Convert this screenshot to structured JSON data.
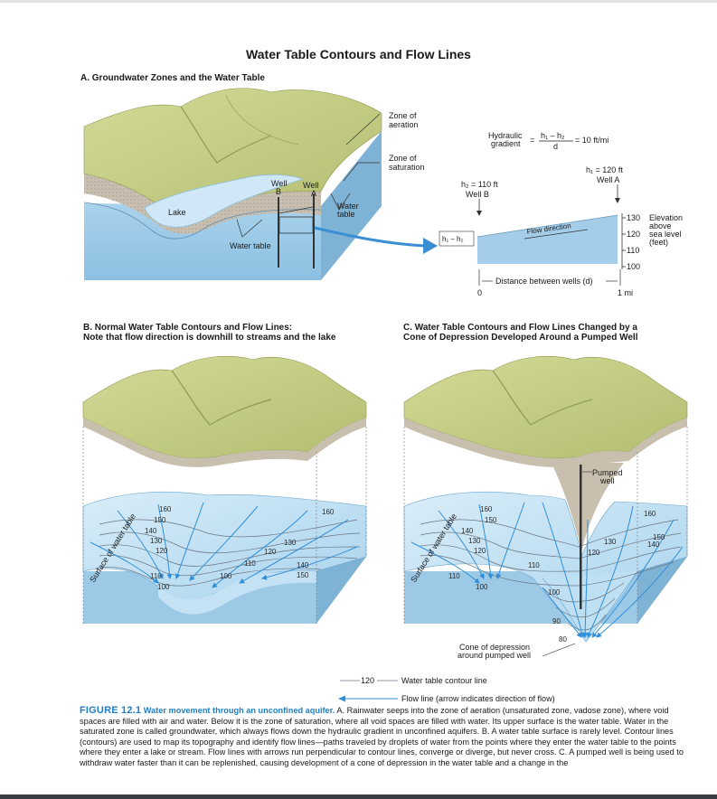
{
  "title": "Water Table Contours and Flow Lines",
  "panelA": {
    "heading": "A. Groundwater Zones and the Water Table",
    "zone_aeration": [
      "Zone of",
      "aeration"
    ],
    "zone_saturation": [
      "Zone of",
      "saturation"
    ],
    "well_b": [
      "Well",
      "B"
    ],
    "well_a": [
      "Well",
      "A"
    ],
    "lake": "Lake",
    "water_table_inner": [
      "Water",
      "table"
    ],
    "water_table_outer": "Water table",
    "inset": {
      "hydraulic_gradient": [
        "Hydraulic",
        "gradient"
      ],
      "equals": "=",
      "numerator": "h₁ – h₂",
      "denominator": "d",
      "result": "= 10 ft/mi",
      "h2": "h₂ = 110 ft",
      "well_b": "Well B",
      "h1": "h₁ = 120 ft",
      "well_a": "Well A",
      "h_diff": "h₁ – h₂",
      "flow_direction": "Flow direction",
      "elev_ticks": [
        "130",
        "120",
        "110",
        "100"
      ],
      "elevation_label": [
        "Elevation",
        "above",
        "sea level",
        "(feet)"
      ],
      "distance_label": "Distance between wells (d)",
      "dist_start": "0",
      "dist_end": "1 mi"
    }
  },
  "panelB": {
    "heading": [
      "B. Normal Water Table Contours and Flow Lines:",
      "Note that flow direction is downhill to streams and the lake"
    ],
    "surface_label": "Surface of water table",
    "contours": [
      "160",
      "150",
      "140",
      "130",
      "120",
      "110",
      "100",
      "160",
      "130",
      "120",
      "110",
      "100",
      "140",
      "150"
    ]
  },
  "panelC": {
    "heading": [
      "C. Water Table Contours and Flow Lines Changed by a",
      "Cone of Depression Developed Around a Pumped Well"
    ],
    "surface_label": "Surface of water table",
    "pumped_well": [
      "Pumped",
      "well"
    ],
    "cone": [
      "Cone of depression",
      "around pumped well"
    ],
    "contours": [
      "160",
      "150",
      "140",
      "130",
      "120",
      "110",
      "100",
      "160",
      "150",
      "140",
      "130",
      "120",
      "110",
      "100",
      "90",
      "80"
    ]
  },
  "legend": {
    "contour_value": "120",
    "contour_text": "Water table contour line",
    "flow_text": "Flow line (arrow indicates direction of flow)"
  },
  "caption": {
    "figure_label": "FIGURE 12.1",
    "figure_title": "Water movement through an unconfined aquifer.",
    "segments": [
      " A. Rainwater seeps into the zone of aeration (unsaturated zone, vadose zone), where void spaces are filled with air and water. Below it is the zone of saturation, where all void spaces are filled with water. Its upper surface is the water table. Water in the saturated zone is called groundwater, which always flows down the hydraulic gradient in unconfined aquifers. B. A water table surface is rarely level. Contour lines (contours) are used to map its topography and identify flow lines—paths traveled by droplets of water from the points where they enter the water table to the points where they enter a lake or stream. Flow lines with arrows run perpendicular to contour lines, converge or diverge, but never cross. C. A pumped well is being used to withdraw water faster than it can be replenished, causing development of a cone of depression in the water table and a change in the"
    ]
  },
  "colors": {
    "land_top": "#c8d08a",
    "land_shade": "#a9b46a",
    "soil": "#c9bfae",
    "water_block": "#9cc9e6",
    "water_light": "#cfe6f5",
    "flow_blue": "#2f8fd8",
    "caption_blue": "#1f7fc4"
  }
}
